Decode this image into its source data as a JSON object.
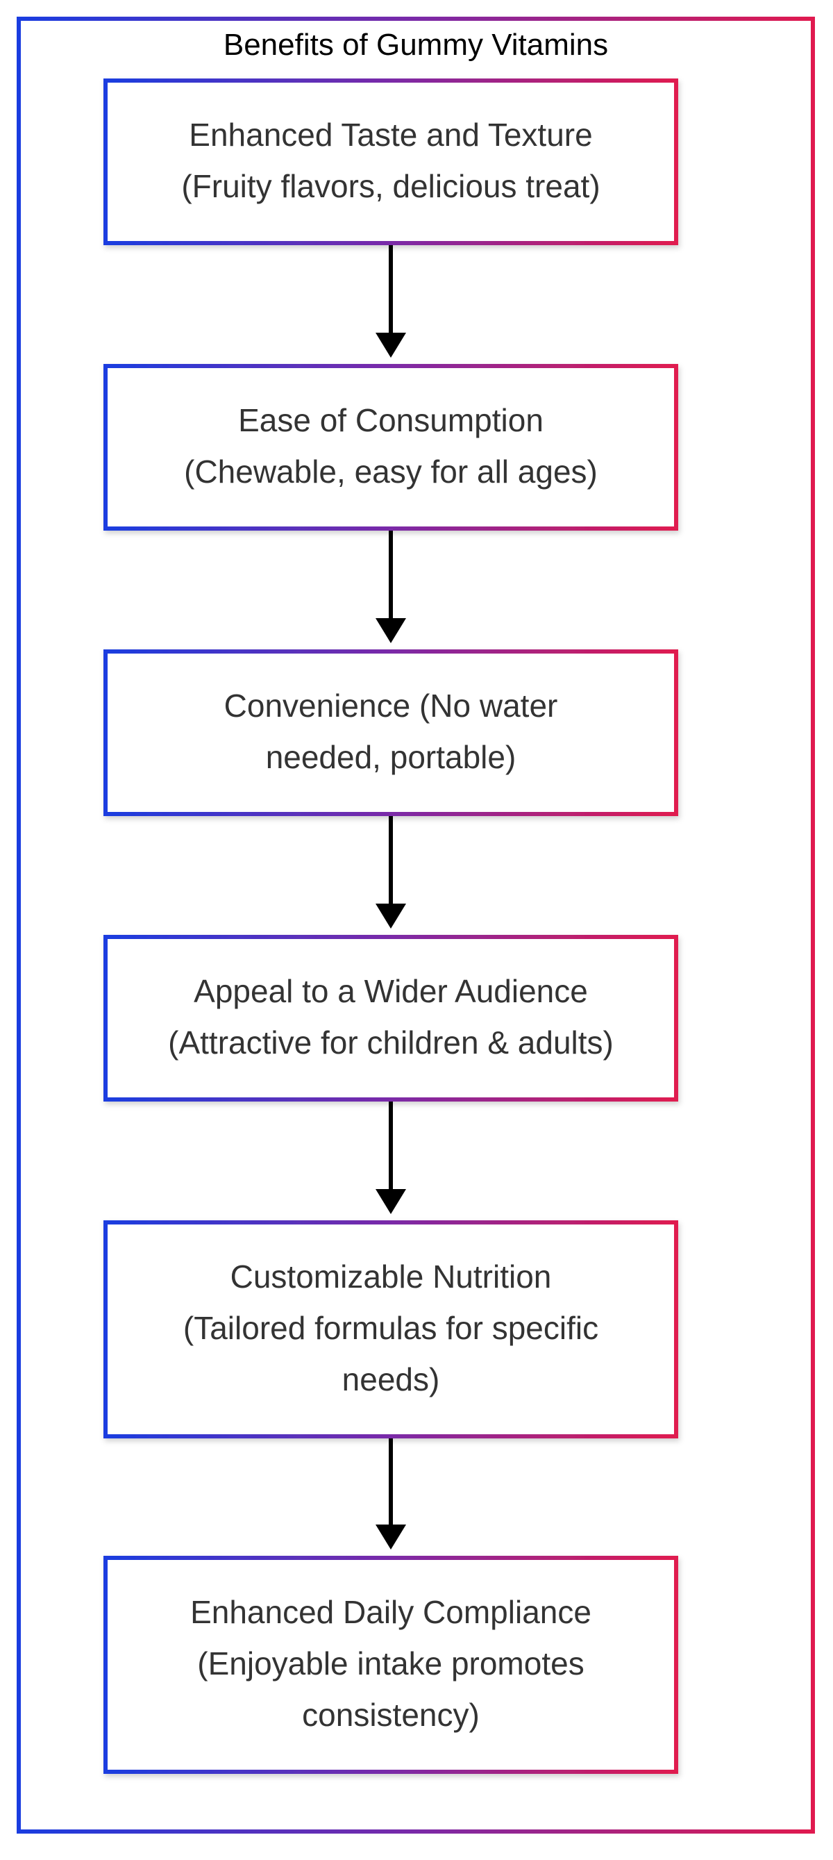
{
  "diagram": {
    "title": "Benefits of Gummy Vitamins",
    "nodes": [
      {
        "lines": [
          "Enhanced Taste and Texture",
          "(Fruity flavors, delicious treat)"
        ]
      },
      {
        "lines": [
          "Ease of Consumption",
          "(Chewable, easy for all ages)"
        ]
      },
      {
        "lines": [
          "Convenience (No water",
          "needed, portable)"
        ]
      },
      {
        "lines": [
          "Appeal to a Wider Audience",
          "(Attractive for children & adults)"
        ]
      },
      {
        "lines": [
          "Customizable Nutrition",
          "(Tailored formulas for specific",
          "needs)"
        ]
      },
      {
        "lines": [
          "Enhanced Daily Compliance",
          "(Enjoyable intake promotes",
          "consistency)"
        ]
      }
    ]
  },
  "colors": {
    "gradient_start": "#1a3de0",
    "gradient_mid": "#7a2aa8",
    "gradient_end": "#e01a4f",
    "text": "#333333",
    "arrow": "#000000"
  }
}
